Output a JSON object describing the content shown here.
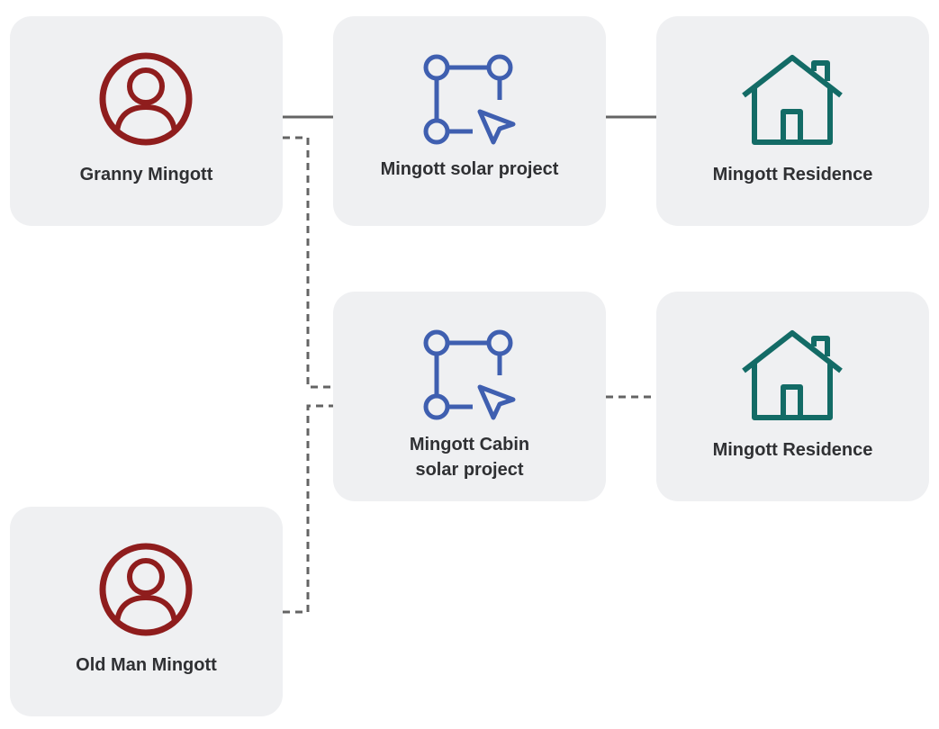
{
  "diagram": {
    "colors": {
      "card_background": "#eff0f2",
      "person_icon": "#8f1d1d",
      "project_icon": "#3f5fb0",
      "house_icon": "#136b66",
      "connector": "#646464",
      "label_text": "#2f3033"
    },
    "nodes": {
      "granny": {
        "type": "person",
        "icon": "person-icon",
        "label": "Granny Mingott"
      },
      "solar_project": {
        "type": "project",
        "icon": "project-cursor-icon",
        "label": "Mingott solar project"
      },
      "residence_1": {
        "type": "residence",
        "icon": "house-icon",
        "label": "Mingott Residence"
      },
      "cabin_project": {
        "type": "project",
        "icon": "project-cursor-icon",
        "label_line1": "Mingott Cabin",
        "label_line2": "solar project"
      },
      "residence_2": {
        "type": "residence",
        "icon": "house-icon",
        "label": "Mingott Residence"
      },
      "old_man": {
        "type": "person",
        "icon": "person-icon",
        "label": "Old Man Mingott"
      }
    },
    "edges": [
      {
        "from": "granny",
        "to": "solar_project",
        "style": "solid"
      },
      {
        "from": "solar_project",
        "to": "residence_1",
        "style": "solid"
      },
      {
        "from": "granny",
        "to": "cabin_project",
        "style": "dashed"
      },
      {
        "from": "old_man",
        "to": "cabin_project",
        "style": "dashed"
      },
      {
        "from": "cabin_project",
        "to": "residence_2",
        "style": "dashed"
      }
    ]
  }
}
